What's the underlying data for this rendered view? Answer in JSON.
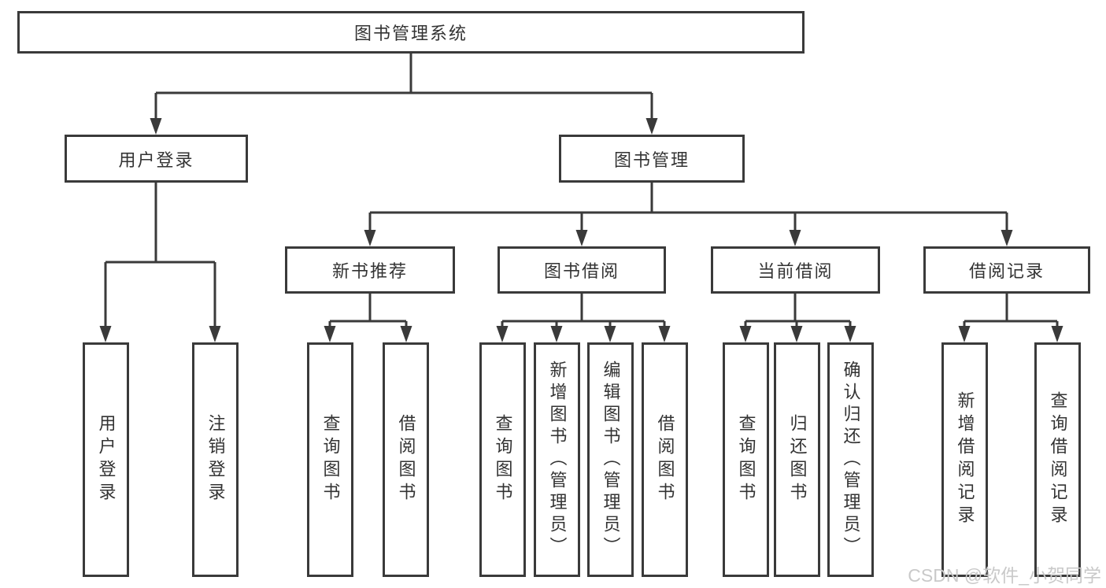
{
  "diagram_type": "tree",
  "hierarchy": {
    "label": "图书管理系统",
    "children": [
      {
        "label": "用户登录",
        "children": [
          {
            "label": "用户登录"
          },
          {
            "label": "注销登录"
          }
        ]
      },
      {
        "label": "图书管理",
        "children": [
          {
            "label": "新书推荐",
            "children": [
              {
                "label": "查询图书"
              },
              {
                "label": "借阅图书"
              }
            ]
          },
          {
            "label": "图书借阅",
            "children": [
              {
                "label": "查询图书"
              },
              {
                "label": "新增图书（管理员）"
              },
              {
                "label": "编辑图书（管理员）"
              },
              {
                "label": "借阅图书"
              }
            ]
          },
          {
            "label": "当前借阅",
            "children": [
              {
                "label": "查询图书"
              },
              {
                "label": "归还图书"
              },
              {
                "label": "确认归还（管理员）"
              }
            ]
          },
          {
            "label": "借阅记录",
            "children": [
              {
                "label": "新增借阅记录"
              },
              {
                "label": "查询借阅记录"
              }
            ]
          }
        ]
      }
    ]
  },
  "watermark": "CSDN @软件_小贺同学",
  "colors": {
    "line": "#3a3a3a",
    "text": "#333333",
    "box_background": "#ffffff",
    "watermark": "#c9c9c9",
    "background": "#ffffff"
  }
}
